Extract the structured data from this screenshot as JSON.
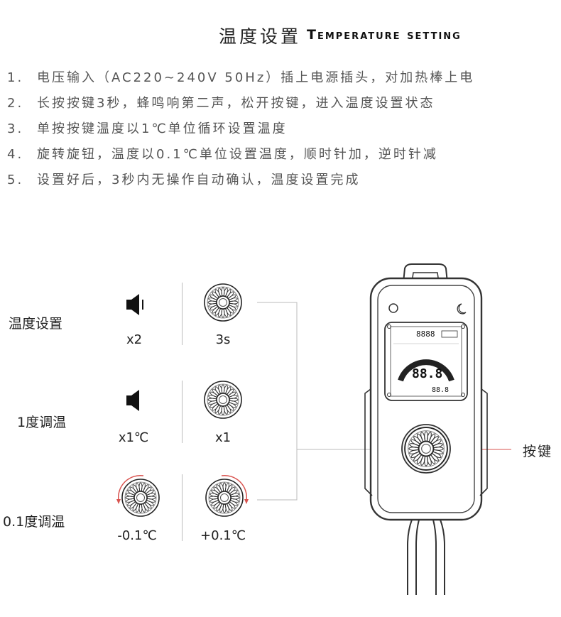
{
  "title": {
    "cn": "温度设置",
    "en": "Temperature setting"
  },
  "steps": [
    {
      "num": "1.",
      "text": "电压输入（AC220~240V 50Hz）插上电源插头，对加热棒上电"
    },
    {
      "num": "2.",
      "text": "长按按键3秒，蜂鸣响第二声，松开按键，进入温度设置状态"
    },
    {
      "num": "3.",
      "text": "单按按键温度以1℃单位循环设置温度"
    },
    {
      "num": "4.",
      "text": "旋转旋钮，温度以0.1℃单位设置温度，顺时针加，逆时针减"
    },
    {
      "num": "5.",
      "text": "设置好后，3秒内无操作自动确认，温度设置完成"
    }
  ],
  "rows": [
    {
      "label": "温度设置",
      "left_caption": "x2",
      "right_caption": "3s"
    },
    {
      "label": "1度调温",
      "left_caption": "x1℃",
      "right_caption": "x1"
    },
    {
      "label": "0.1度调温",
      "left_caption": "-0.1℃",
      "right_caption": "+0.1℃"
    }
  ],
  "device": {
    "display_top_digits": "8888",
    "display_main": "88.8",
    "display_bottom": "88.8",
    "button_label": "按键"
  },
  "colors": {
    "arrow_red": "#d9534f",
    "line_gray": "#bbbbbb"
  }
}
